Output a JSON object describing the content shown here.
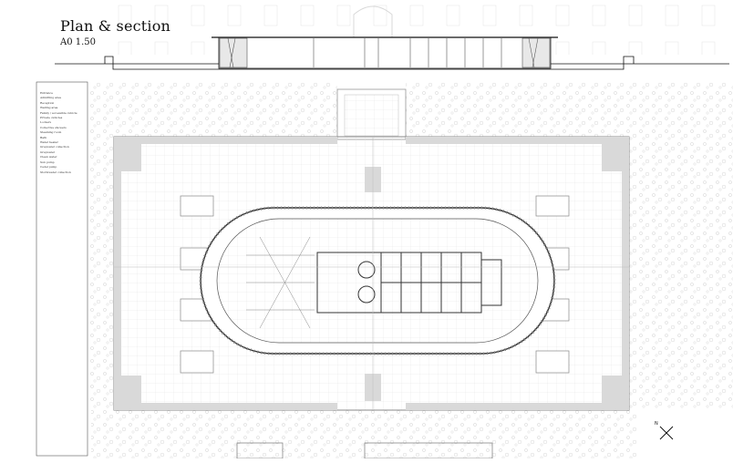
{
  "sheet": {
    "title": "Plan & section",
    "scale": "A0 1.50"
  },
  "legend": {
    "items": [
      "Entrance",
      "Admitting area",
      "Reception",
      "Waiting area",
      "Family / accessible cubicle",
      "Private cubicles",
      "Lockers",
      "Collective showers",
      "Steaming room",
      "Bath",
      "Water heater",
      "Greywater collection",
      "Greywater",
      "Clean water",
      "Sun pump",
      "Cedel pump",
      "Stormwater collection"
    ]
  },
  "north_label": "N"
}
